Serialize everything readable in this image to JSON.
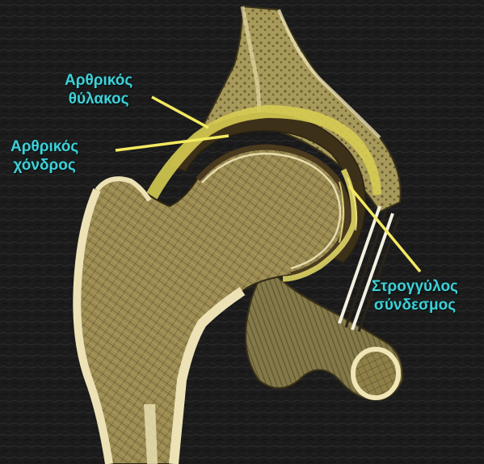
{
  "labels": {
    "joint_capsule": {
      "line1": "Αρθρικός",
      "line2": "θύλακος"
    },
    "articular_cartilage": {
      "line1": "Αρθρικός",
      "line2": "χόνδρος"
    },
    "round_ligament": {
      "line1": "Στρογγύλος",
      "line2": "σύνδεσμος"
    }
  },
  "colors": {
    "background": "#1b1b1b",
    "label_text": "#3fd0d6",
    "leader_line": "#f2ea60",
    "bone_spongy": "#9a8a50",
    "bone_cortical": "#e9dfb4",
    "cartilage": "#4a3a1e",
    "capsule": "#d8cf5a",
    "ligament": "#e6dc6a"
  }
}
